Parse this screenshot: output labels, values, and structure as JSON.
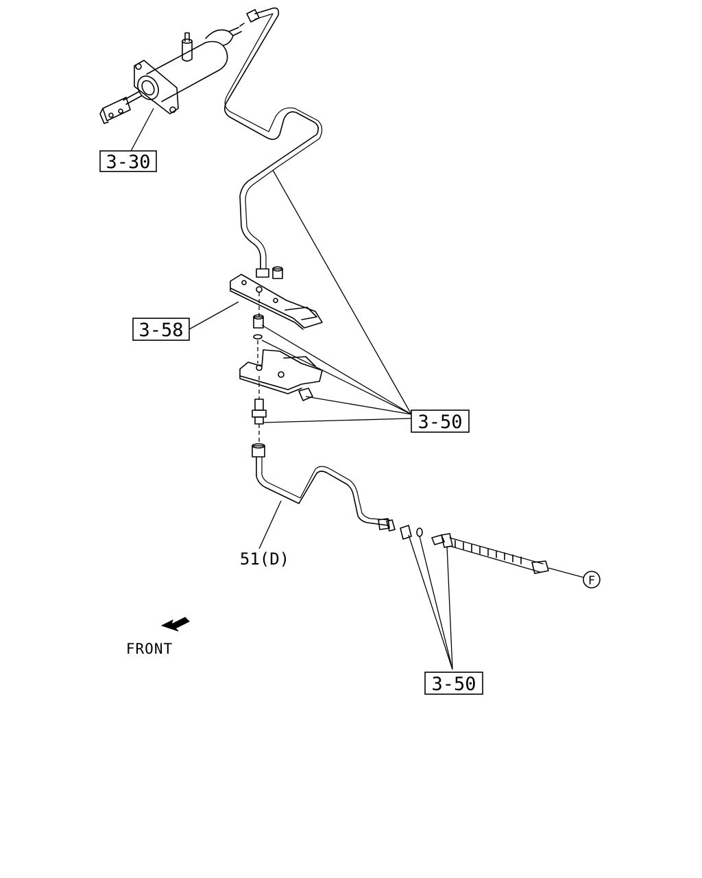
{
  "callouts": {
    "master_cylinder": "3-30",
    "bracket": "3-58",
    "fittings_upper": "3-50",
    "fittings_lower": "3-50"
  },
  "labels": {
    "pipe": "51(D)",
    "front": "FRONT",
    "ref_circle": "F"
  }
}
